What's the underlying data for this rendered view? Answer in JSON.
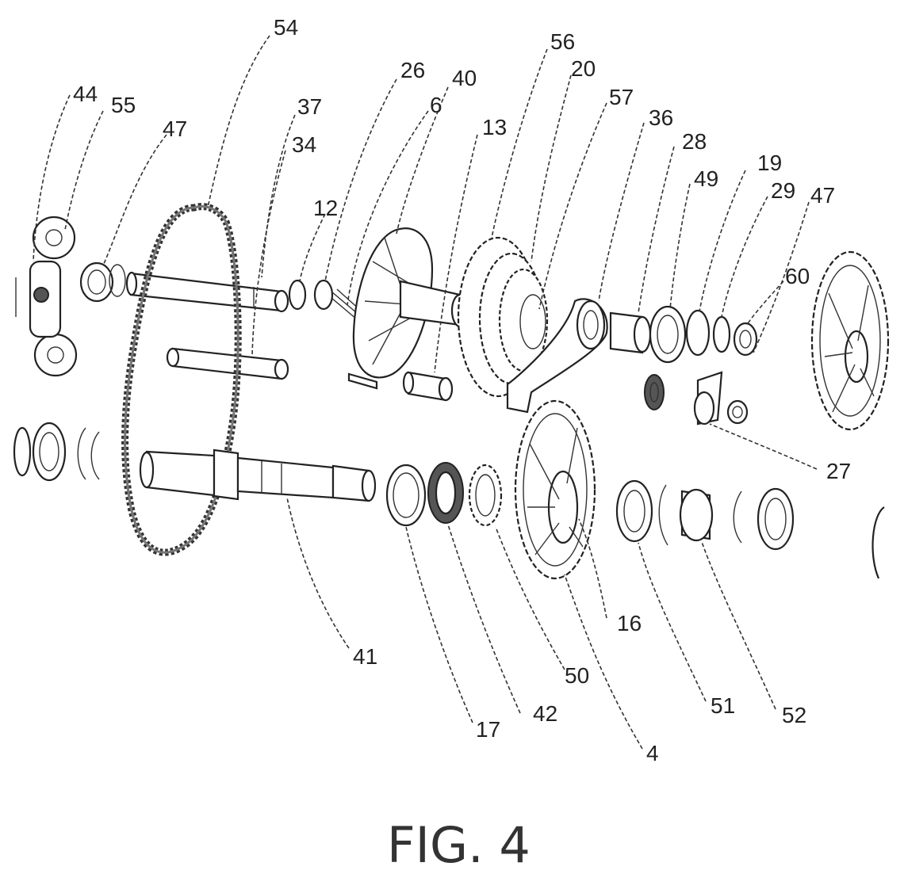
{
  "figure": {
    "caption": "FIG. 4",
    "labels": [
      {
        "id": "l44",
        "text": "44"
      },
      {
        "id": "l55",
        "text": "55"
      },
      {
        "id": "l47a",
        "text": "47"
      },
      {
        "id": "l54",
        "text": "54"
      },
      {
        "id": "l37",
        "text": "37"
      },
      {
        "id": "l34",
        "text": "34"
      },
      {
        "id": "l12",
        "text": "12"
      },
      {
        "id": "l26",
        "text": "26"
      },
      {
        "id": "l6",
        "text": "6"
      },
      {
        "id": "l40",
        "text": "40"
      },
      {
        "id": "l13",
        "text": "13"
      },
      {
        "id": "l56",
        "text": "56"
      },
      {
        "id": "l20",
        "text": "20"
      },
      {
        "id": "l57",
        "text": "57"
      },
      {
        "id": "l36",
        "text": "36"
      },
      {
        "id": "l28",
        "text": "28"
      },
      {
        "id": "l49",
        "text": "49"
      },
      {
        "id": "l19",
        "text": "19"
      },
      {
        "id": "l29",
        "text": "29"
      },
      {
        "id": "l47b",
        "text": "47"
      },
      {
        "id": "l60",
        "text": "60"
      },
      {
        "id": "l27",
        "text": "27"
      },
      {
        "id": "l41",
        "text": "41"
      },
      {
        "id": "l16",
        "text": "16"
      },
      {
        "id": "l50",
        "text": "50"
      },
      {
        "id": "l42",
        "text": "42"
      },
      {
        "id": "l17",
        "text": "17"
      },
      {
        "id": "l4",
        "text": "4"
      },
      {
        "id": "l51",
        "text": "51"
      },
      {
        "id": "l52",
        "text": "52"
      }
    ]
  }
}
